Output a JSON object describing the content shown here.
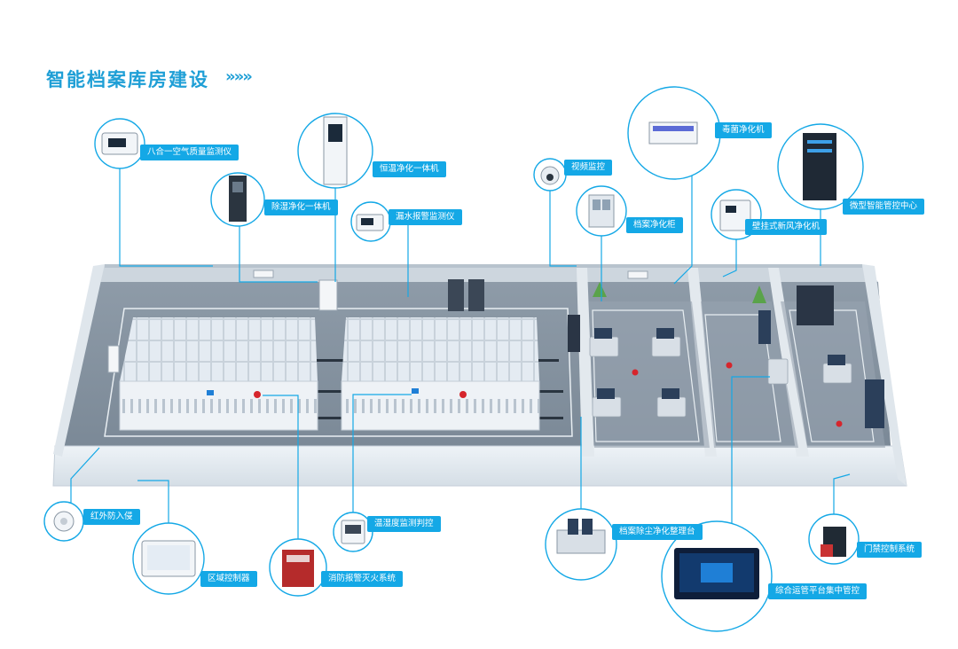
{
  "page": {
    "title": "智能档案库房建设",
    "title_arrow": "»»»"
  },
  "callouts": [
    {
      "id": "air-monitor",
      "label": "八合一空气质量监测仪",
      "icon": "air-quality-monitor-icon"
    },
    {
      "id": "constant-temp-purifier",
      "label": "恒温净化一体机",
      "icon": "constant-temperature-purifier-icon"
    },
    {
      "id": "dehumid-purifier",
      "label": "除湿净化一体机",
      "icon": "dehumidifier-purifier-icon"
    },
    {
      "id": "water-leak",
      "label": "漏水报警监测仪",
      "icon": "water-leak-sensor-icon"
    },
    {
      "id": "cctv",
      "label": "视频监控",
      "icon": "dome-camera-icon"
    },
    {
      "id": "virus-purifier",
      "label": "毒菌净化机",
      "icon": "virus-purifier-icon"
    },
    {
      "id": "archive-cabinet",
      "label": "档案净化柜",
      "icon": "purification-cabinet-icon"
    },
    {
      "id": "wall-fresh-air",
      "label": "壁挂式新风净化机",
      "icon": "wall-fresh-air-icon"
    },
    {
      "id": "control-center",
      "label": "微型智能管控中心",
      "icon": "server-rack-icon"
    },
    {
      "id": "infrared",
      "label": "红外防入侵",
      "icon": "infrared-sensor-icon"
    },
    {
      "id": "area-controller",
      "label": "区域控制器",
      "icon": "touch-panel-icon"
    },
    {
      "id": "fire-alarm",
      "label": "消防报警灭火系统",
      "icon": "fire-alarm-panel-icon"
    },
    {
      "id": "temp-humidity",
      "label": "温湿度监测判控",
      "icon": "thermo-hygrometer-icon"
    },
    {
      "id": "disinfect-station",
      "label": "档案除尘净化整理台",
      "icon": "workstation-icon"
    },
    {
      "id": "ops-platform",
      "label": "综合运管平台集中管控",
      "icon": "dashboard-screen-icon"
    },
    {
      "id": "access-control",
      "label": "门禁控制系统",
      "icon": "access-control-icon"
    }
  ]
}
